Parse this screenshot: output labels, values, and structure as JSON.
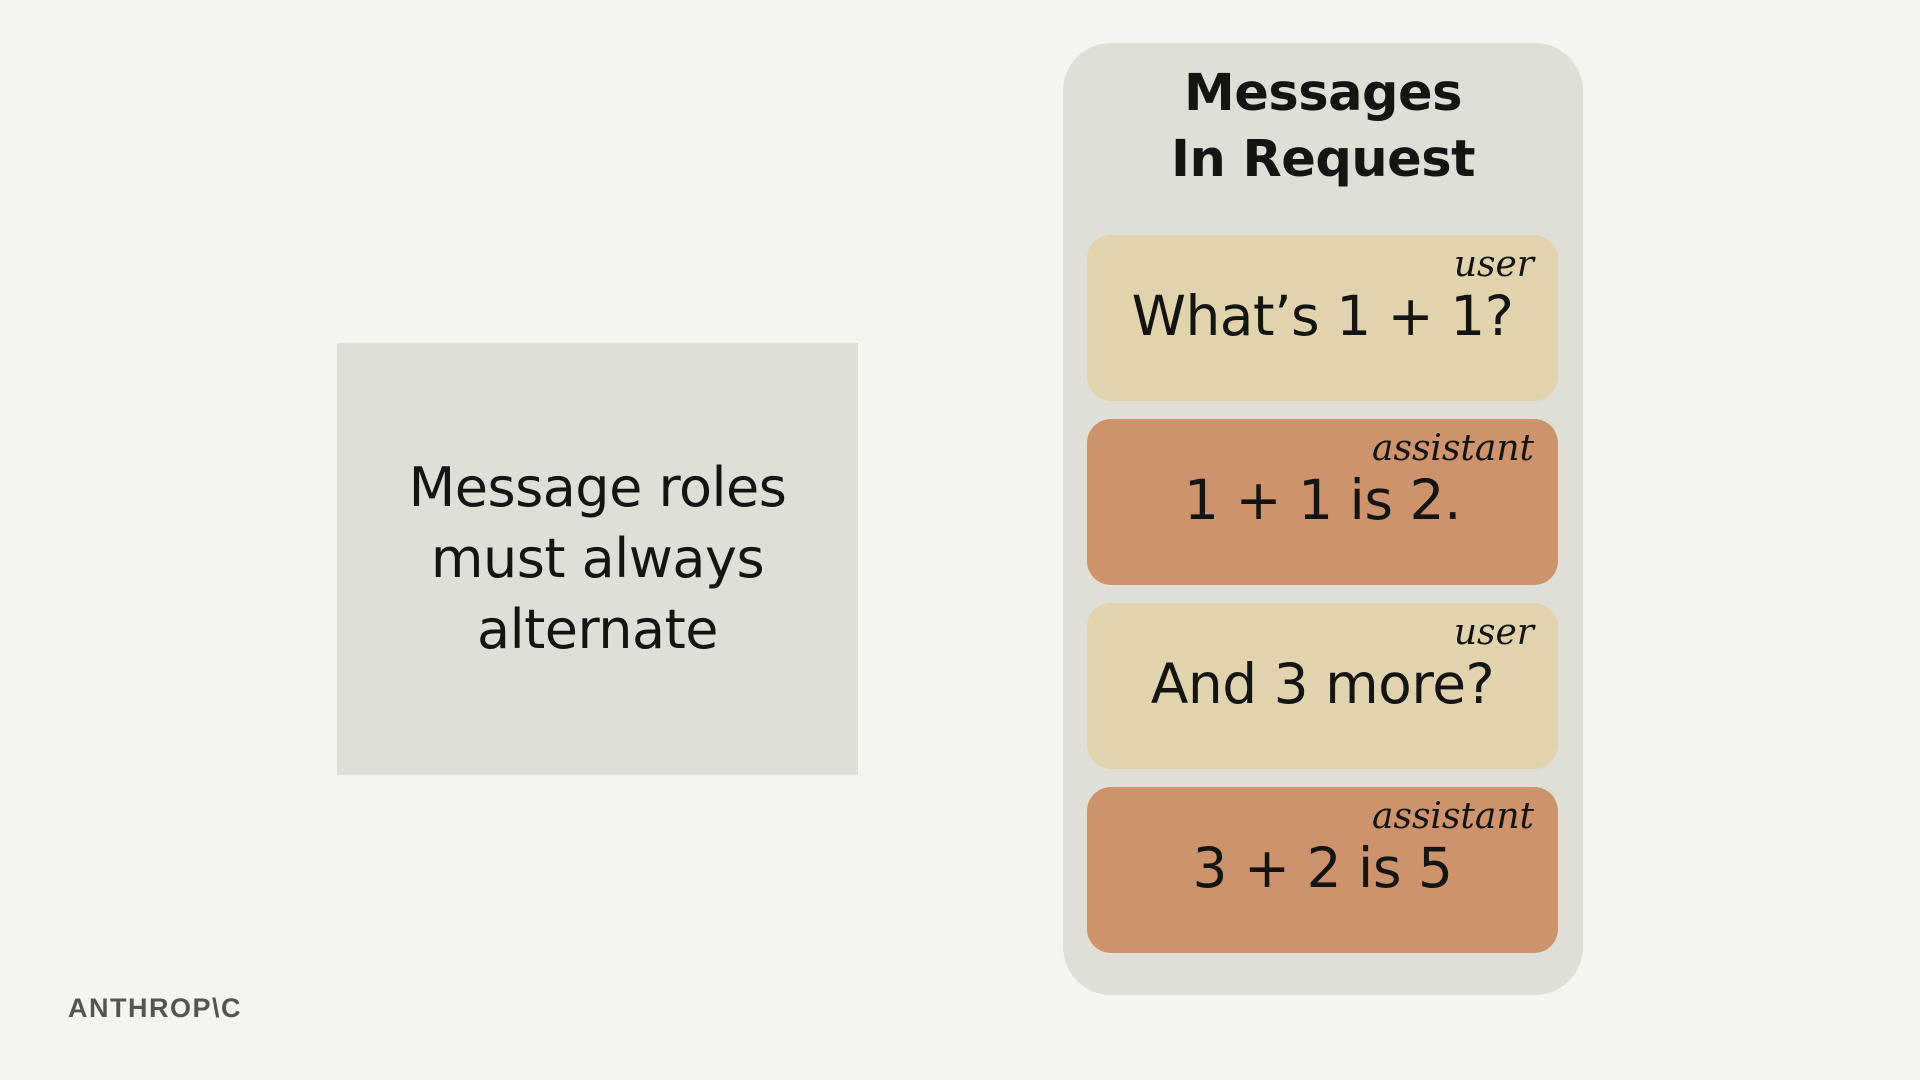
{
  "note": {
    "text": "Message roles\nmust always\nalternate"
  },
  "panel": {
    "title": "Messages\nIn Request",
    "messages": [
      {
        "role": "user",
        "text": "What’s 1 + 1?"
      },
      {
        "role": "assistant",
        "text": "1 + 1 is 2."
      },
      {
        "role": "user",
        "text": "And 3 more?"
      },
      {
        "role": "assistant",
        "text": "3 + 2 is 5"
      }
    ]
  },
  "logo": {
    "text": "ANTHROP\\C"
  },
  "colors": {
    "background": "#f4f5f0",
    "panel": "#e0dfd7",
    "user_bubble": "#e2d3af",
    "assistant_bubble": "#cd936d",
    "text": "#141413",
    "logo": "#555550"
  }
}
